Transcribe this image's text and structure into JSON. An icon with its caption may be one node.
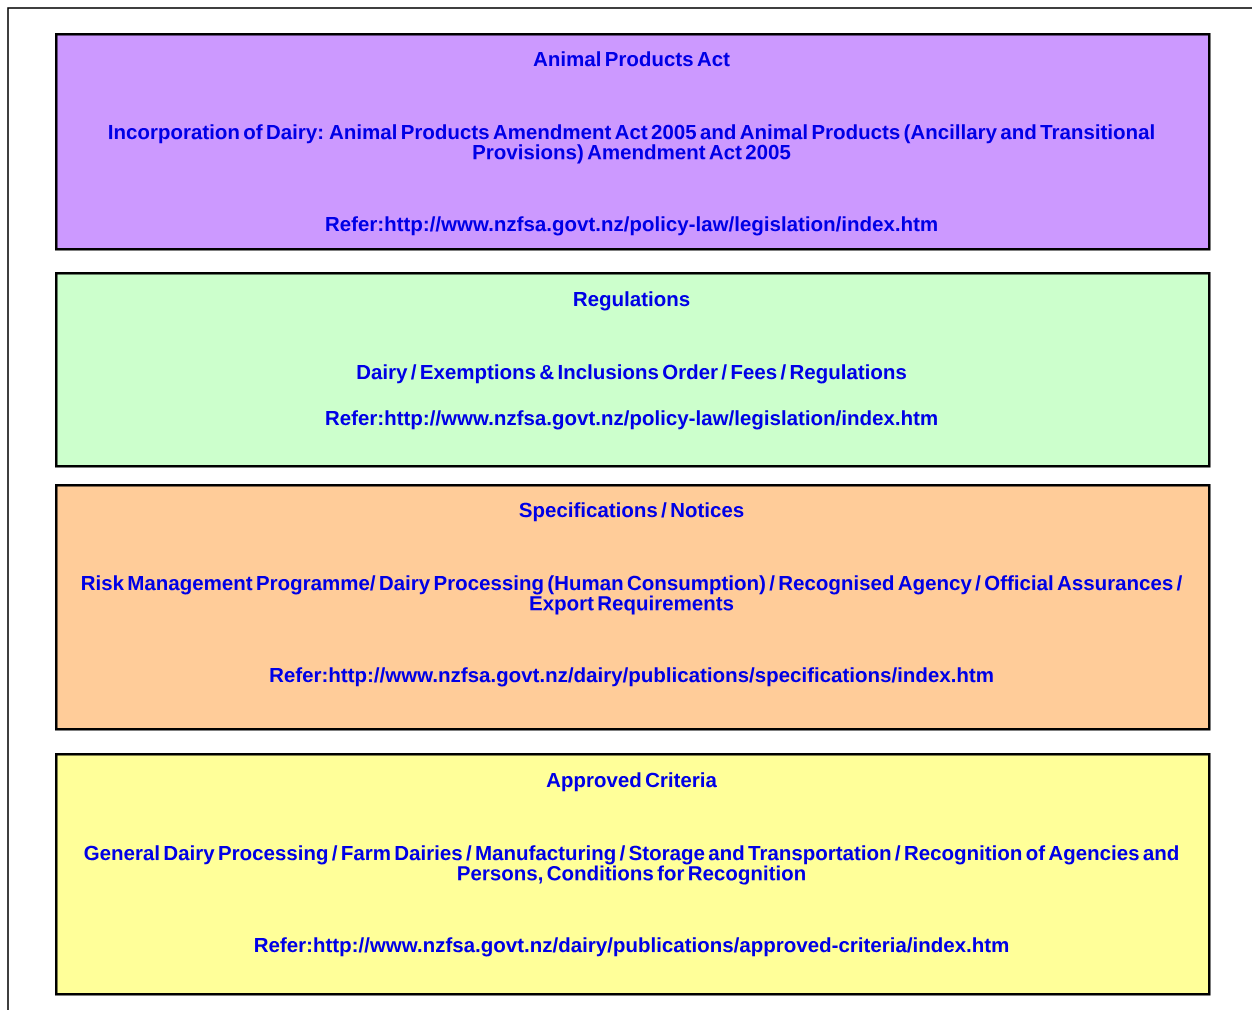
{
  "diagram": {
    "nodes": [
      {
        "text": [
          "Animal Products Act",
          "Incorporation of Dairy: Animal Products Amendment Act 2005 and Animal Products (Ancillary and Transitional Provisions) Amendment Act 2005",
          "Refer:http://www.nzfsa.govt.nz/policy-law/legislation/index.htm"
        ]
      },
      {
        "text": [
          "Regulations",
          "Dairy / Exemptions & Inclusions Order / Fees / Regulations",
          "Refer:http://www.nzfsa.govt.nz/policy-law/legislation/index.htm"
        ]
      },
      {
        "text": [
          "Specifications / Notices",
          "Risk Management Programme/ Dairy Processing (Human Consumption) / Recognised Agency / Official Assurances / Export Requirements",
          "Refer:http://www.nzfsa.govt.nz/dairy/publications/specifications/index.htm"
        ]
      },
      {
        "text": [
          "Approved Criteria",
          "General Dairy Processing / Farm Dairies / Manufacturing / Storage and Transportation / Recognition of Agencies and Persons, Conditions for Recognition",
          "Refer:http://www.nzfsa.govt.nz/dairy/publications/approved-criteria/index.htm"
        ]
      }
    ]
  }
}
